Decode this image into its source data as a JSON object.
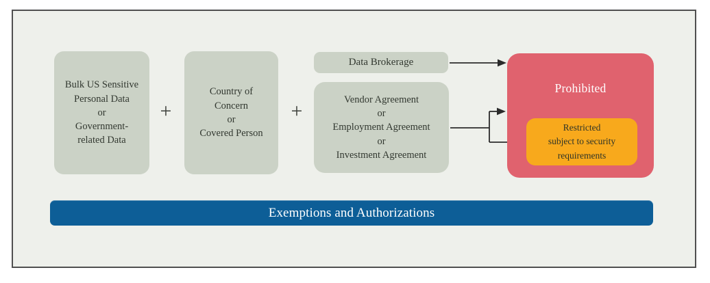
{
  "diagram": {
    "plus": "+",
    "boxes": {
      "bulk": {
        "text": "Bulk US Sensitive\nPersonal Data\nor\nGovernment-\nrelated Data"
      },
      "country": {
        "text": "Country of\nConcern\nor\nCovered Person"
      },
      "brokerage": {
        "text": "Data Brokerage"
      },
      "agreements": {
        "text": "Vendor Agreement\nor\nEmployment Agreement\nor\nInvestment Agreement"
      }
    },
    "prohibited": {
      "label": "Prohibited"
    },
    "restricted": {
      "text": "Restricted\nsubject to security\nrequirements"
    },
    "footer": {
      "label": "Exemptions and Authorizations"
    }
  },
  "colors": {
    "frame_background": "#eef0eb",
    "frame_border": "#4f4f4f",
    "input_box": "#cbd2c6",
    "prohibited_box": "#e0626e",
    "restricted_box": "#f8a91c",
    "exemptions_bar": "#0d5e97",
    "arrow": "#2b2b2b",
    "box_text": "#323830",
    "light_text": "#ffffff"
  }
}
